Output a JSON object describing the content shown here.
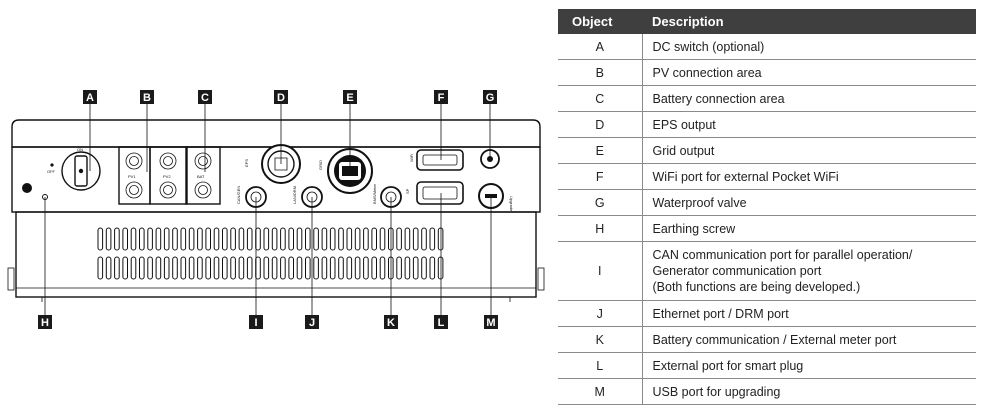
{
  "table": {
    "header": {
      "object": "Object",
      "description": "Description"
    },
    "rows": [
      {
        "object": "A",
        "description": "DC switch (optional)"
      },
      {
        "object": "B",
        "description": "PV connection area"
      },
      {
        "object": "C",
        "description": "Battery connection area"
      },
      {
        "object": "D",
        "description": "EPS output"
      },
      {
        "object": "E",
        "description": "Grid output"
      },
      {
        "object": "F",
        "description": "WiFi port for external Pocket WiFi"
      },
      {
        "object": "G",
        "description": "Waterproof valve"
      },
      {
        "object": "H",
        "description": "Earthing screw"
      },
      {
        "object": "I",
        "description": "CAN communication port for parallel operation/ Generator communication port (Both functions are being developed.)",
        "lines": [
          "CAN communication port for parallel operation/",
          "Generator communication port",
          "(Both functions are being developed.)"
        ]
      },
      {
        "object": "J",
        "description": "Ethernet port / DRM port"
      },
      {
        "object": "K",
        "description": "Battery communication / External meter port"
      },
      {
        "object": "L",
        "description": "External port for smart plug"
      },
      {
        "object": "M",
        "description": "USB port for upgrading"
      }
    ]
  },
  "diagram": {
    "callouts_top": [
      "A",
      "B",
      "C",
      "D",
      "E",
      "F",
      "G"
    ],
    "callouts_bottom": [
      "H",
      "I",
      "J",
      "K",
      "L",
      "M"
    ],
    "panel_text": {
      "on": "ON",
      "off": "OFF",
      "pv1": "PV1",
      "pv2": "PV2",
      "bat": "BAT",
      "eps": "EPS",
      "grid": "GRID",
      "wifi": "WiFi",
      "upgrade": "Upgrade",
      "canged": "CAN/GEN",
      "lan": "LAN/DRM",
      "bms": "BMS/Meter",
      "sp": "SP"
    }
  }
}
